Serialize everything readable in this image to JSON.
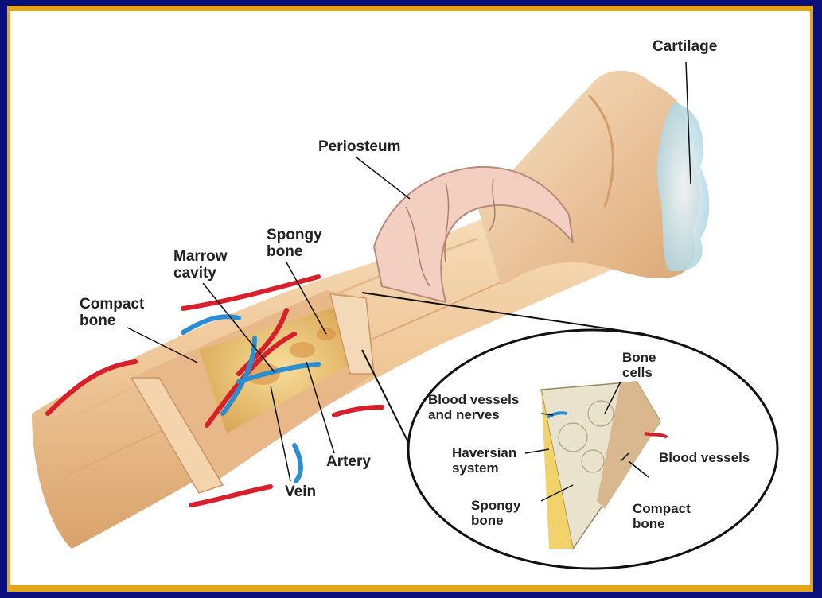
{
  "labels": {
    "cartilage": "Cartilage",
    "periosteum": "Periosteum",
    "spongy_bone": [
      "Spongy",
      "bone"
    ],
    "marrow_cavity": [
      "Marrow",
      "cavity"
    ],
    "compact_bone": [
      "Compact",
      "bone"
    ],
    "artery": "Artery",
    "vein": "Vein"
  },
  "inset_labels": {
    "bone_cells": [
      "Bone",
      "cells"
    ],
    "blood_vessels_and_nerves": [
      "Blood vessels",
      "and nerves"
    ],
    "haversian_system": [
      "Haversian",
      "system"
    ],
    "blood_vessels": "Blood vessels",
    "spongy_bone": [
      "Spongy",
      "bone"
    ],
    "compact_bone": [
      "Compact",
      "bone"
    ]
  },
  "colors": {
    "background": "#0a0f7a",
    "frame": "#e3a51a",
    "bone": "#f1cfa4",
    "artery": "#d8202c",
    "vein": "#2a8ed0",
    "cartilage": "#cfe6ee"
  }
}
